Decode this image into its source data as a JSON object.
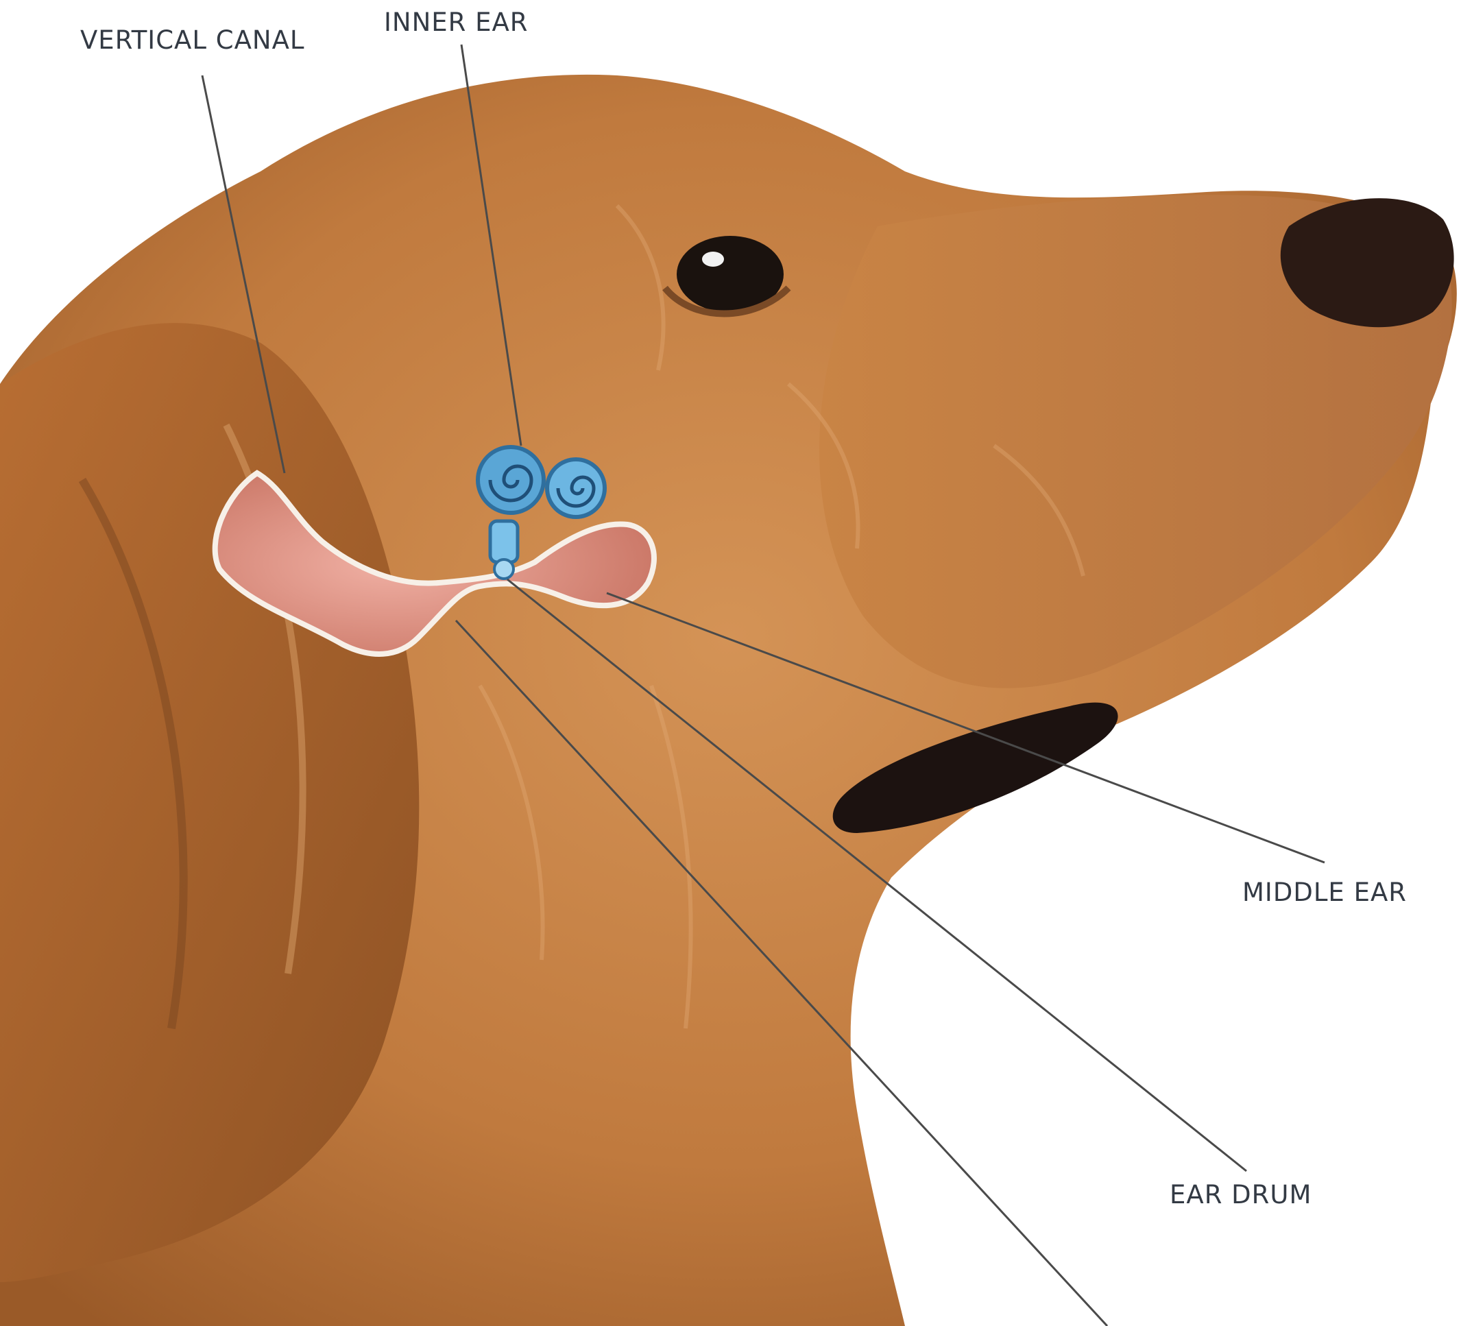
{
  "labels": {
    "vertical_canal": "VERTICAL CANAL",
    "inner_ear": "INNER EAR",
    "middle_ear": "MIDDLE EAR",
    "ear_drum": "EAR DRUM"
  },
  "colors": {
    "background": "#ffffff",
    "fur": "#c07a3e",
    "fur_light": "#d8a06a",
    "fur_dark": "#8a4f22",
    "ear_canal": "#e3988a",
    "inner_ear": "#5aa6d6",
    "leader_line": "#4a4a4a",
    "label_text": "#333a44"
  },
  "icons": {
    "dog_head": "dog-head-illustration",
    "ear_canal": "ear-canal-cross-section",
    "cochlea": "cochlea-icon"
  }
}
